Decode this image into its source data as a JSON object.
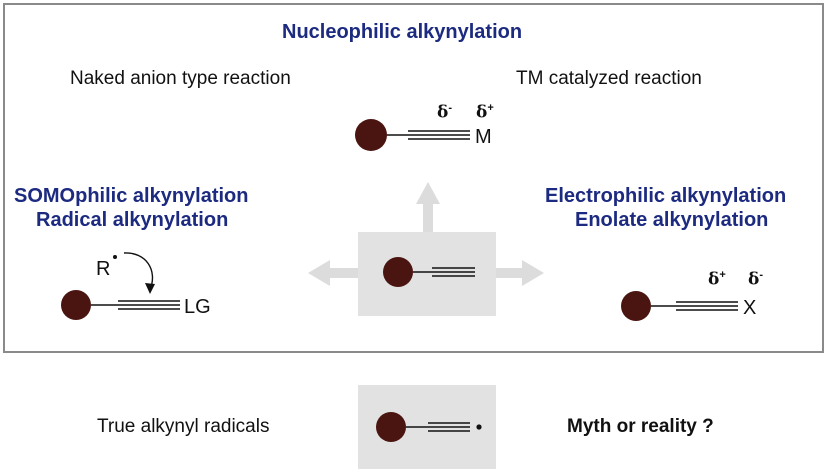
{
  "top": {
    "title": "Nucleophilic alkynylation",
    "left_label": "Naked anion type reaction",
    "right_label": "TM catalyzed reaction",
    "metal": "M",
    "delta_minus": "δ",
    "delta_plus": "δ",
    "sup_minus": "-",
    "sup_plus": "+"
  },
  "left": {
    "title_line1": "SOMOphilic alkynylation",
    "title_line2": "Radical alkynylation",
    "radical": "R",
    "leaving_group": "LG"
  },
  "right": {
    "title_line1": "Electrophilic alkynylation",
    "title_line2": "Enolate alkynylation",
    "group": "X",
    "delta_plus": "δ",
    "delta_minus": "δ",
    "sup_plus": "+",
    "sup_minus": "-"
  },
  "bottom": {
    "left_label": "True alkynyl radicals",
    "right_label": "Myth or reality ?"
  },
  "colors": {
    "ball": "#4a1410",
    "navy": "#1c2a80",
    "arrow": "#dcdcdc",
    "box": "#e2e2e2",
    "frame": "#8a8a8a"
  }
}
